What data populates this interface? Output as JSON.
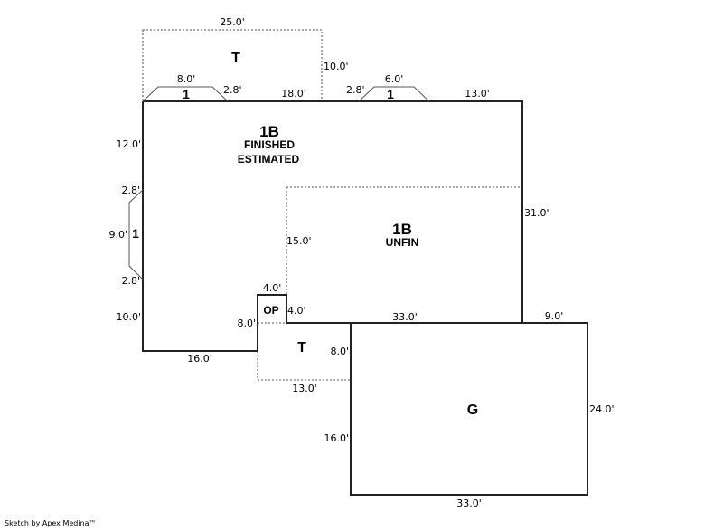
{
  "areas": {
    "main": {
      "code": "1B",
      "line1": "FINISHED",
      "line2": "ESTIMATED"
    },
    "unfin": {
      "code": "1B",
      "line1": "UNFIN"
    },
    "terrace_top": "T",
    "terrace_bottom": "T",
    "porch": "OP",
    "garage": "G",
    "bay_top_left": "1",
    "bay_top_right": "1",
    "bay_left": "1"
  },
  "dimensions": {
    "t_top_width": "25.0'",
    "t_top_height": "10.0'",
    "bay_tl_width": "8.0'",
    "bay_tl_side": "2.8'",
    "top_18": "18.0'",
    "bay_tr_side": "2.8'",
    "bay_tr_width": "6.0'",
    "top_13": "13.0'",
    "left_12": "12.0'",
    "bay_l_side1": "2.8'",
    "bay_l_len": "9.0'",
    "bay_l_side2": "2.8'",
    "left_10": "10.0'",
    "right_31": "31.0'",
    "unfin_15": "15.0'",
    "op_top": "4.0'",
    "op_right": "4.0'",
    "op_left": "8.0'",
    "bottom_16": "16.0'",
    "unfin_bottom_33": "33.0'",
    "g_top_9": "9.0'",
    "t_bottom_8": "8.0'",
    "t_bottom_13": "13.0'",
    "g_right_24": "24.0'",
    "g_left_16": "16.0'",
    "g_bottom_33": "33.0'"
  },
  "footer": "Sketch by Apex Medina™"
}
